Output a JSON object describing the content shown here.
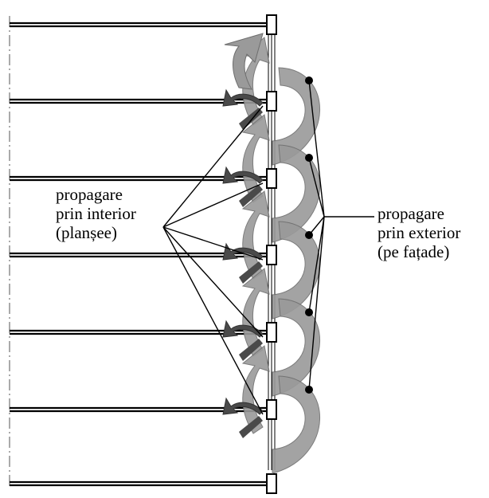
{
  "diagram": {
    "interior_label": [
      "propagare",
      "prin interior",
      "(planșee)"
    ],
    "exterior_label": [
      "propagare",
      "prin exterior",
      "(pe fațade)"
    ],
    "colors": {
      "stroke": "#000000",
      "smoke_fill": "#9a9a9a",
      "smoke_stroke": "#6e6e6e",
      "dark_arrow": "#4a4a4a"
    }
  }
}
